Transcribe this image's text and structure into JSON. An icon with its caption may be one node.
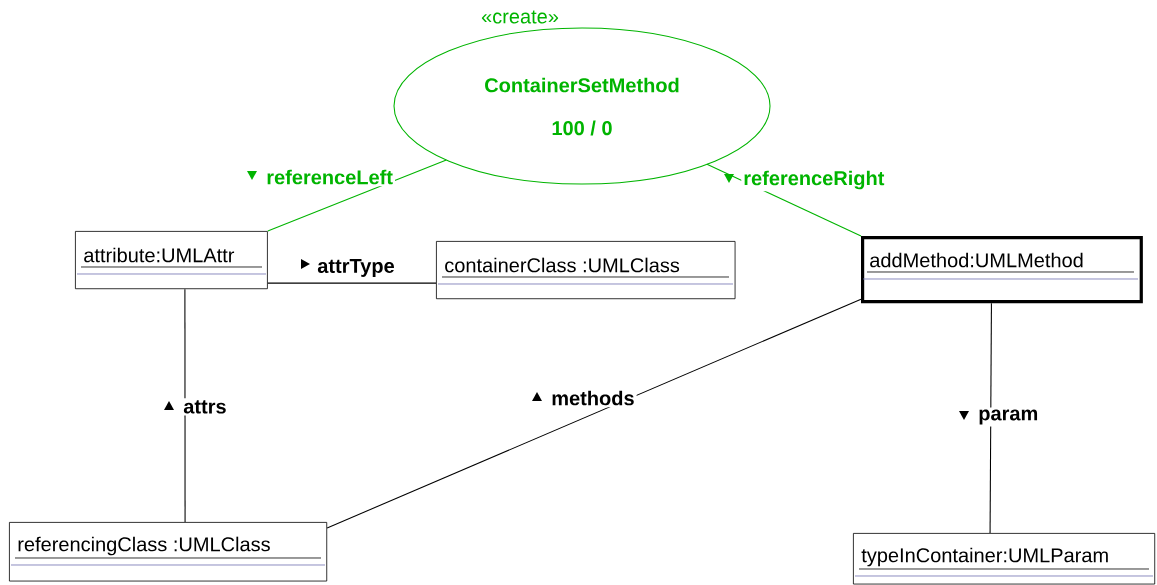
{
  "diagram": {
    "nodes": [
      {
        "text": [
          "ContainerSetMethod",
          "100  / 0"
        ],
        "beside": [
          "«create»"
        ]
      },
      {
        "text": [
          "attribute:UMLAttr"
        ]
      },
      {
        "text": [
          "containerClass :UMLClass"
        ]
      },
      {
        "text": [
          "addMethod:UMLMethod"
        ]
      },
      {
        "text": [
          "referencingClass :UMLClass"
        ]
      },
      {
        "text": [
          "typeInContainer:UMLParam"
        ]
      }
    ],
    "edges": [
      {
        "from": 0,
        "to": 1,
        "arrow": "none",
        "label": "referenceLeft",
        "color": "#00b400"
      },
      {
        "from": 0,
        "to": 3,
        "arrow": "none",
        "label": "referenceRight",
        "color": "#00b400"
      },
      {
        "from": 1,
        "to": 2,
        "arrow": "none",
        "label": "attrType"
      },
      {
        "from": 4,
        "to": 1,
        "arrow": "none",
        "label": "attrs"
      },
      {
        "from": 4,
        "to": 3,
        "arrow": "none",
        "label": "methods"
      },
      {
        "from": 3,
        "to": 5,
        "arrow": "none",
        "label": "param"
      }
    ]
  }
}
